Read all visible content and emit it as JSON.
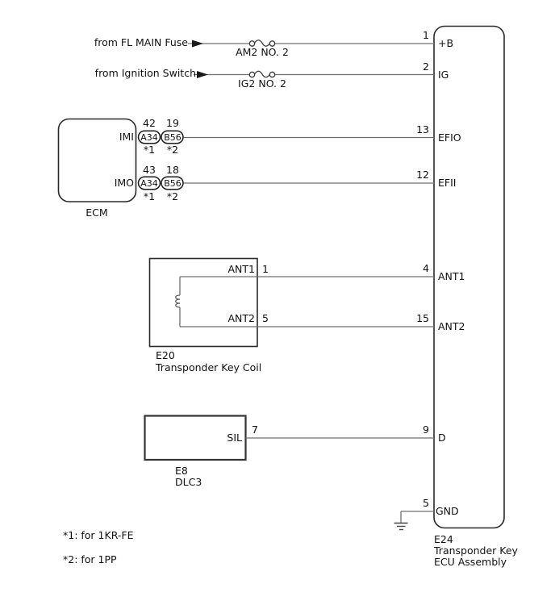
{
  "sources": [
    {
      "from": "from FL MAIN Fuse",
      "fuse": "AM2 NO. 2"
    },
    {
      "from": "from Ignition Switch",
      "fuse": "IG2 NO. 2"
    }
  ],
  "ecm": {
    "label": "ECM",
    "rows": [
      {
        "pin": "IMI",
        "c1_num": "42",
        "c1": "A34",
        "c1_note": "*1",
        "c2_num": "19",
        "c2": "B56",
        "c2_note": "*2"
      },
      {
        "pin": "IMO",
        "c1_num": "43",
        "c1": "A34",
        "c1_note": "*1",
        "c2_num": "18",
        "c2": "B56",
        "c2_note": "*2"
      }
    ]
  },
  "coil": {
    "id": "E20",
    "name": "Transponder Key Coil",
    "pin1": {
      "label": "ANT1",
      "num": "1"
    },
    "pin2": {
      "label": "ANT2",
      "num": "5"
    }
  },
  "dlc3": {
    "id": "E8",
    "name": "DLC3",
    "pin": {
      "label": "SIL",
      "num": "7"
    }
  },
  "ecu": {
    "id": "E24",
    "name1": "Transponder Key",
    "name2": "ECU Assembly",
    "pins": {
      "plus_b": {
        "num": "1",
        "label": "+B"
      },
      "ig": {
        "num": "2",
        "label": "IG"
      },
      "efio": {
        "num": "13",
        "label": "EFIO"
      },
      "efii": {
        "num": "12",
        "label": "EFII"
      },
      "ant1": {
        "num": "4",
        "label": "ANT1"
      },
      "ant2": {
        "num": "15",
        "label": "ANT2"
      },
      "d": {
        "num": "9",
        "label": "D"
      },
      "gnd": {
        "num": "5",
        "label": "GND"
      }
    }
  },
  "notes": [
    "*1: for 1KR-FE",
    "*2: for 1PP"
  ],
  "colors": {
    "wire": "#6f6f6f",
    "line": "#2a2a2a",
    "text": "#111111"
  }
}
